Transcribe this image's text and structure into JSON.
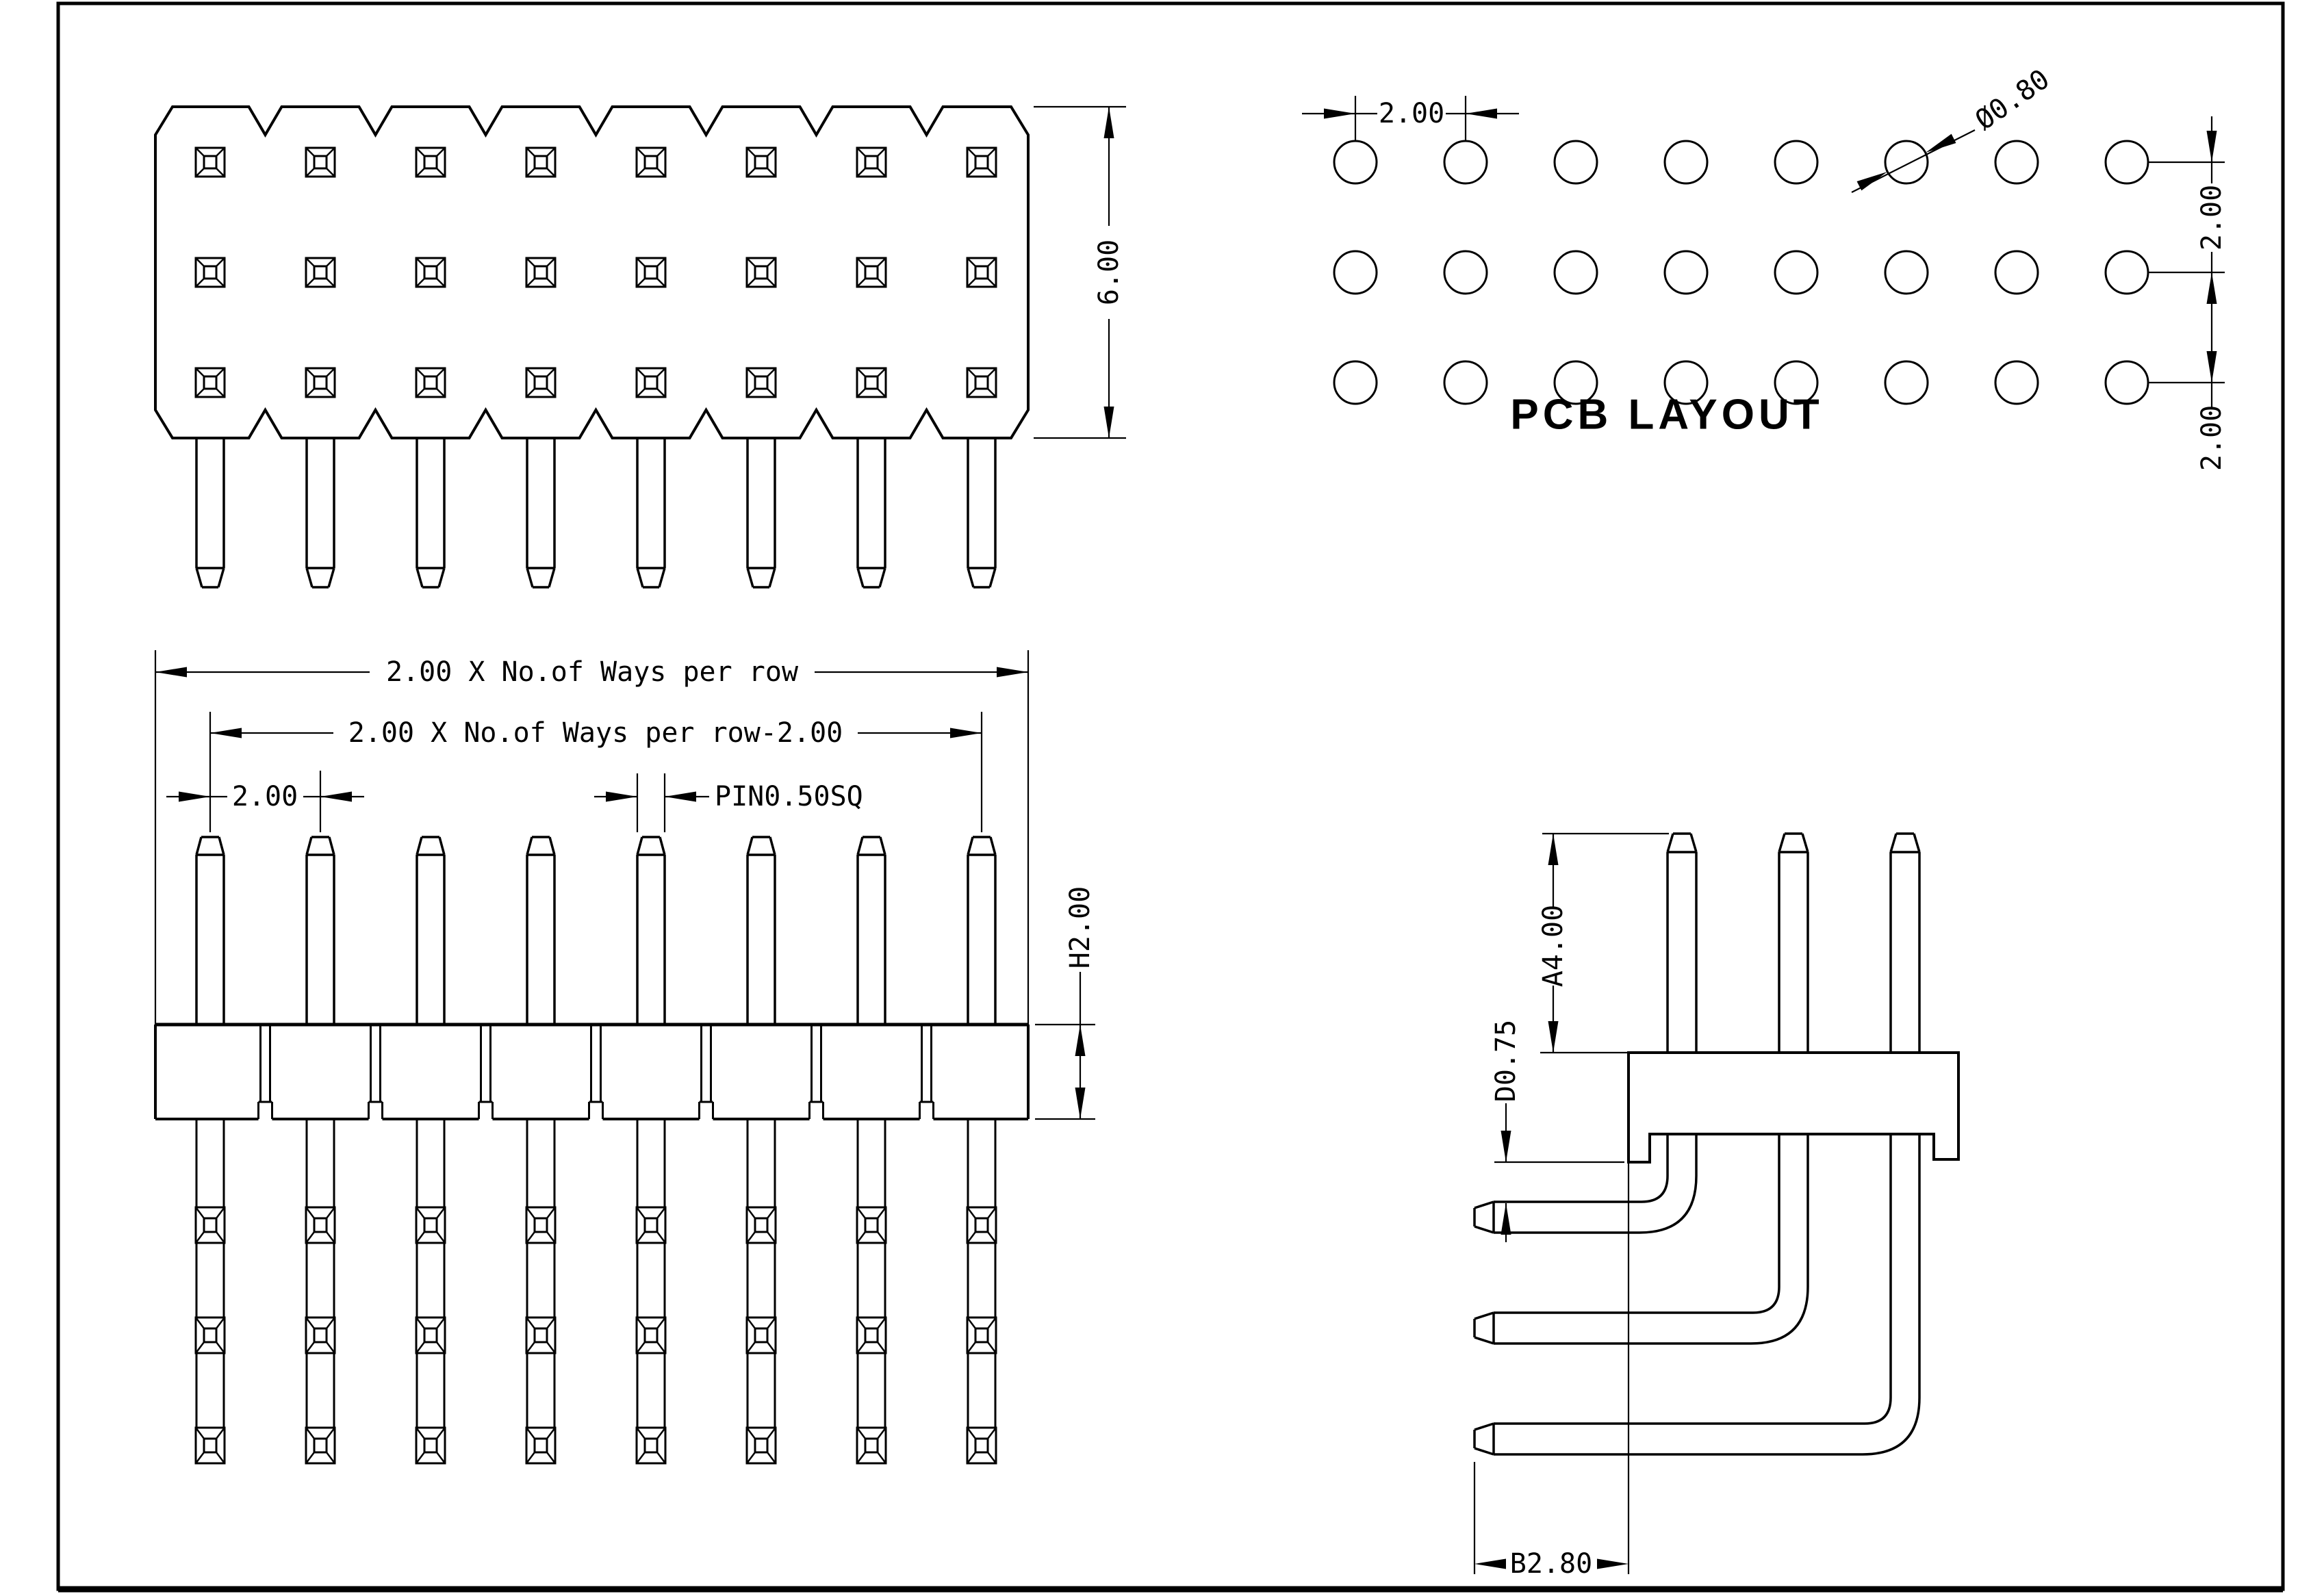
{
  "sheet": {
    "background": "#ffffff",
    "line_color": "#000000",
    "type": "connector-engineering-drawing"
  },
  "top_view": {
    "rows": 3,
    "ways": 8,
    "dim_body_height": "6.00"
  },
  "pcb_layout": {
    "title": "PCB LAYOUT",
    "rows": 3,
    "cols": 8,
    "dim_pitch": "2.00",
    "dim_hole_dia": "Ø0.80",
    "dim_row_pitch_1": "2.00",
    "dim_row_pitch_2": "2.00"
  },
  "front_view": {
    "ways": 8,
    "dim_overall": "2.00 X No.of Ways per row",
    "dim_centers": "2.00 X No.of Ways per row-2.00",
    "dim_pitch": "2.00",
    "dim_pin_sq": "PIN0.50SQ",
    "dim_insulator_height": "H2.00"
  },
  "side_view": {
    "rows": 3,
    "dim_pin_length": "A4.00",
    "dim_standoff": "D0.75",
    "dim_tail": "B2.80"
  }
}
